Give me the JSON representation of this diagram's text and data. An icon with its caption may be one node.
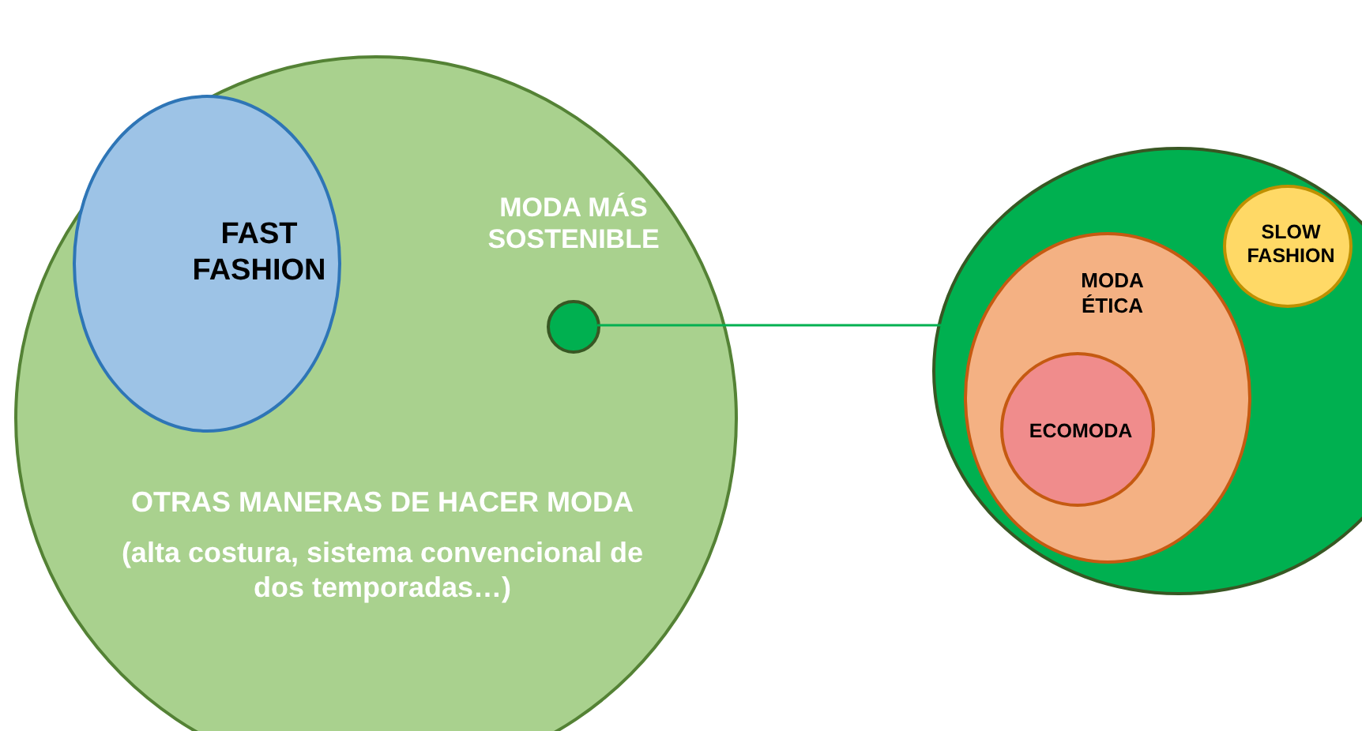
{
  "diagram": {
    "nodes": [
      {
        "text": [
          "OTRAS MANERAS DE HACER MODA",
          "(alta costura, sistema convencional de dos temporadas…)"
        ]
      },
      {
        "text": [
          "FAST FASHION"
        ],
        "in": 0
      },
      {
        "text": [
          "MODA MÁS SOSTENIBLE"
        ],
        "in": 0
      },
      {
        "text": [],
        "shape": "circle"
      },
      {
        "text": [
          "MODA ÉTICA"
        ],
        "in": 3
      },
      {
        "text": [
          "ECOMODA"
        ],
        "in": 4
      },
      {
        "text": [
          "SLOW FASHION"
        ],
        "in": 3
      }
    ],
    "edges": [
      {
        "from": 2,
        "to": 3,
        "arrow": "none"
      }
    ]
  }
}
